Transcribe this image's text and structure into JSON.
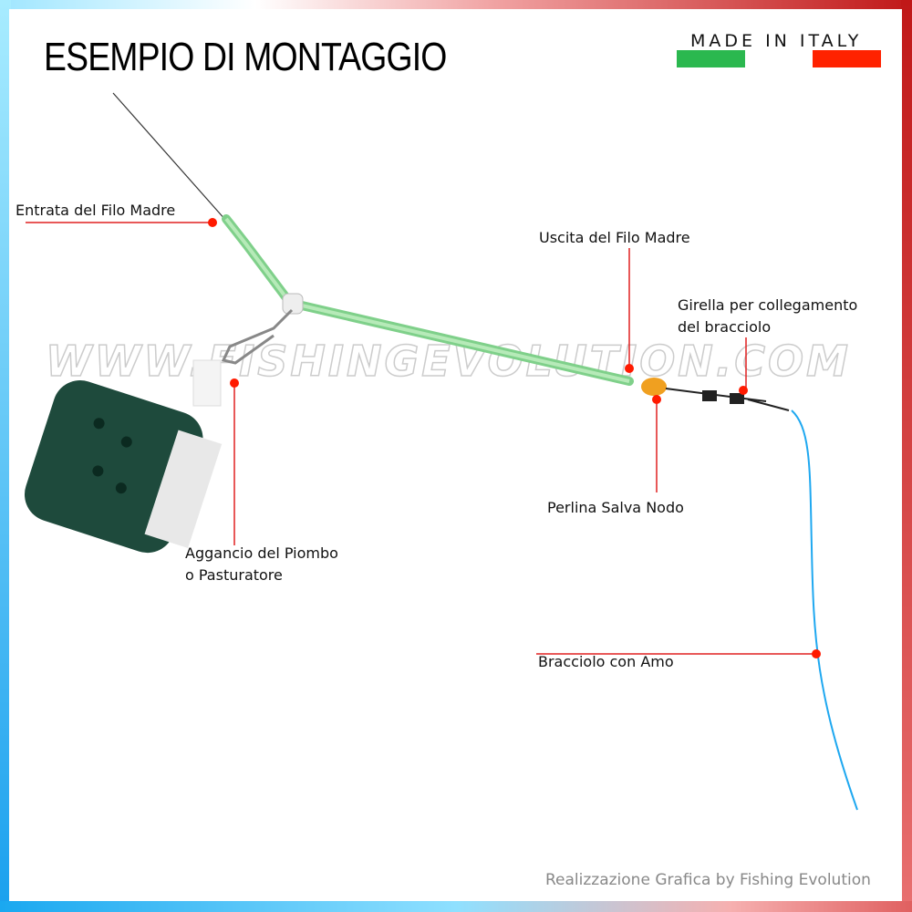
{
  "title": "ESEMPIO DI MONTAGGIO",
  "badge": {
    "text": "MADE IN ITALY",
    "colors": [
      "#2bb84f",
      "#ff2200"
    ]
  },
  "watermark": "WWW.FISHINGEVOLUTION.COM",
  "labels": {
    "entrata": "Entrata del Filo Madre",
    "uscita": "Uscita del Filo Madre",
    "girella_1": "Girella per collegamento",
    "girella_2": "del bracciolo",
    "perlina": "Perlina Salva Nodo",
    "aggancio_1": "Aggancio del Piombo",
    "aggancio_2": "o Pasturatore",
    "bracciolo": "Bracciolo con Amo"
  },
  "credit": "Realizzazione Grafica by Fishing Evolution"
}
